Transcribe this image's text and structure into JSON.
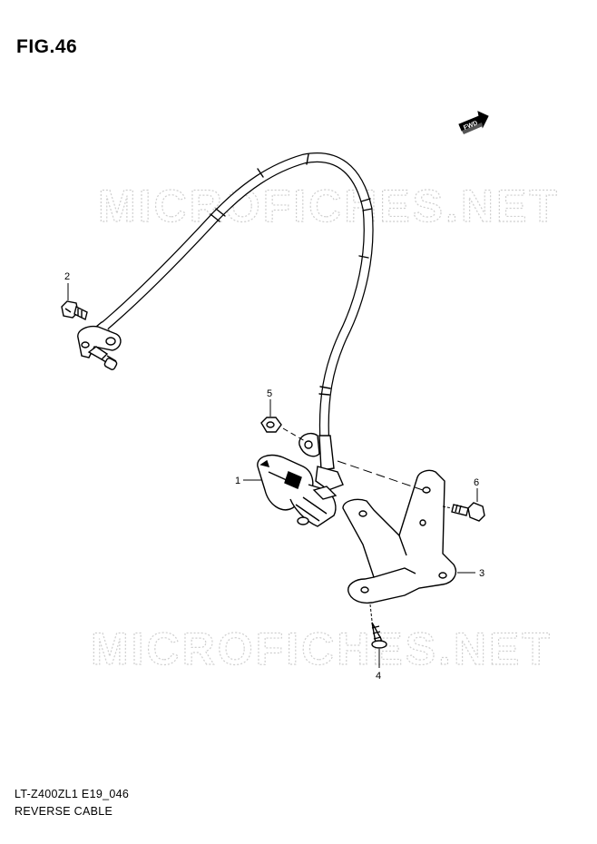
{
  "figure": {
    "title": "FIG.46"
  },
  "watermark": {
    "text": "MICROFICHES.NET"
  },
  "direction_marker": {
    "label": "FWD",
    "icon": "fwd-arrow-icon"
  },
  "callouts": {
    "c1": "1",
    "c2": "2",
    "c3": "3",
    "c4": "4",
    "c5": "5",
    "c6": "6"
  },
  "footer": {
    "model_code": "LT-Z400ZL1 E19_046",
    "section_name": "REVERSE CABLE"
  },
  "colors": {
    "line": "#000000",
    "watermark": "#cfcfcf",
    "background": "#ffffff"
  }
}
